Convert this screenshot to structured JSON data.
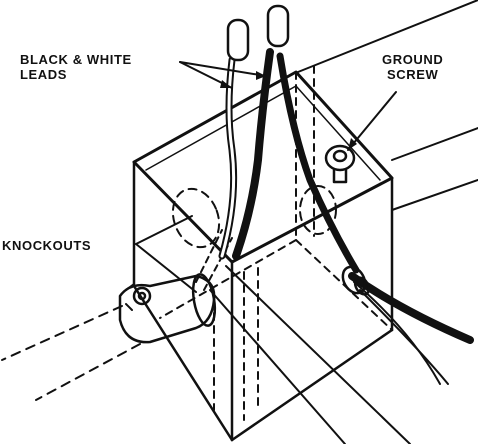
{
  "labels": {
    "leads_line1": "BLACK & WHITE",
    "leads_line2": "LEADS",
    "ground_line1": "GROUND",
    "ground_line2": "SCREW",
    "knockouts": "KNOCKOUTS"
  },
  "colors": {
    "ink": "#111111",
    "paper": "#ffffff"
  }
}
